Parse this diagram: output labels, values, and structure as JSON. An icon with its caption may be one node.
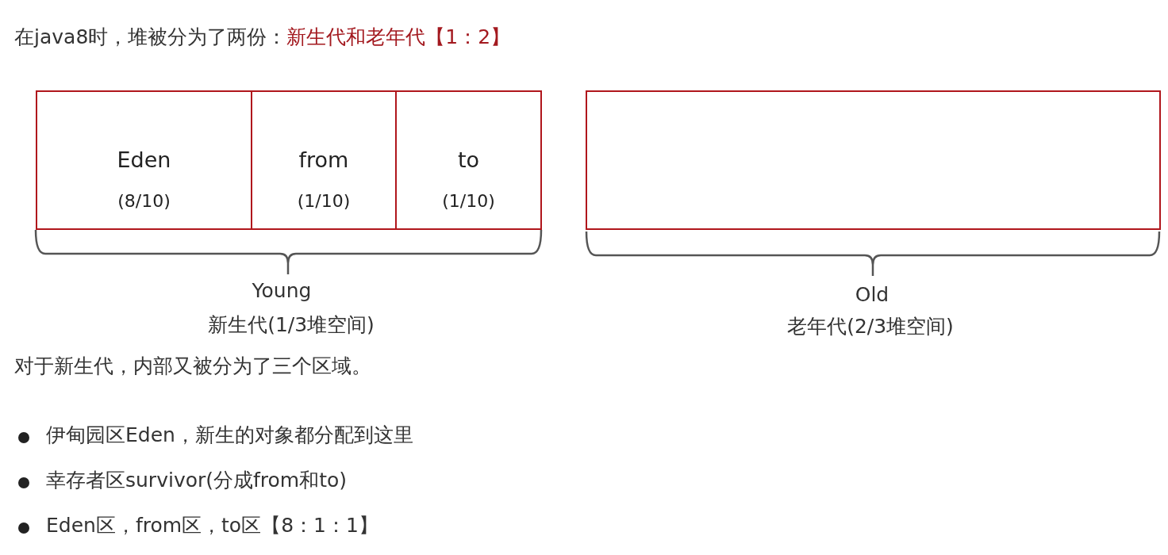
{
  "diagram": {
    "title": "在java8时，堆被分为了两份：*新生代和老年代【1：2】*",
    "nodes": [
      {
        "text": [
          "Eden",
          "(8/10)"
        ]
      },
      {
        "text": [
          "from",
          "(1/10)"
        ]
      },
      {
        "text": [
          "to",
          "(1/10)"
        ]
      },
      {
        "text": [],
        "shape": "box"
      }
    ],
    "labels": [
      "Young",
      "新生代(1/3堆空间)",
      "Old",
      "老年代(2/3堆空间)",
      "对于新生代，内部又被分为了三个区域。",
      "伊甸园区Eden，新生的对象都分配到这里",
      "幸存者区survivor(分成from和to)",
      "Eden区，from区，to区【8：1：1】"
    ]
  }
}
